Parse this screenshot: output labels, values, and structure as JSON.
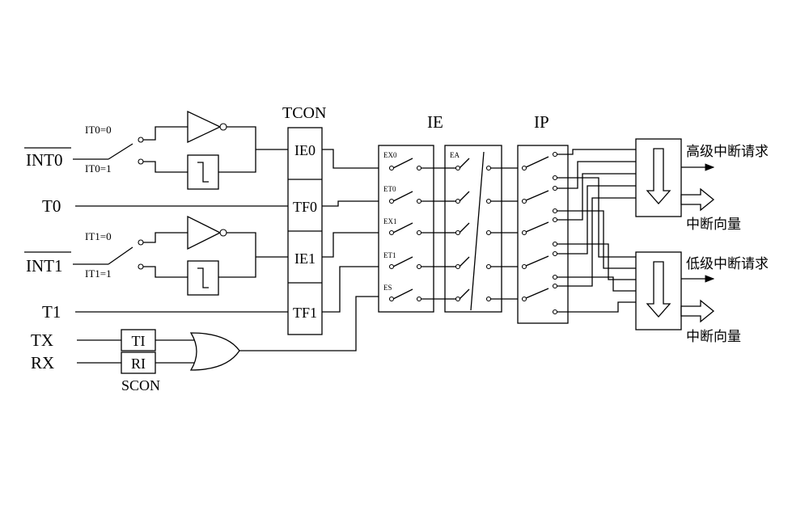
{
  "inputs": {
    "int0": "INT0",
    "t0": "T0",
    "int1": "INT1",
    "t1": "T1",
    "tx": "TX",
    "rx": "RX"
  },
  "trigger": {
    "it0_0": "IT0=0",
    "it0_1": "IT0=1",
    "it1_0": "IT1=0",
    "it1_1": "IT1=1"
  },
  "tcon": {
    "title": "TCON",
    "ie0": "IE0",
    "tf0": "TF0",
    "ie1": "IE1",
    "tf1": "TF1"
  },
  "scon": {
    "title": "SCON",
    "ti": "TI",
    "ri": "RI"
  },
  "ie": {
    "title": "IE",
    "ex0": "EX0",
    "et0": "ET0",
    "ex1": "EX1",
    "et1": "ET1",
    "es": "ES",
    "ea": "EA"
  },
  "ip": {
    "title": "IP"
  },
  "outputs": {
    "high_request": "高级中断请求",
    "high_vector": "中断向量",
    "low_request": "低级中断请求",
    "low_vector": "中断向量"
  }
}
